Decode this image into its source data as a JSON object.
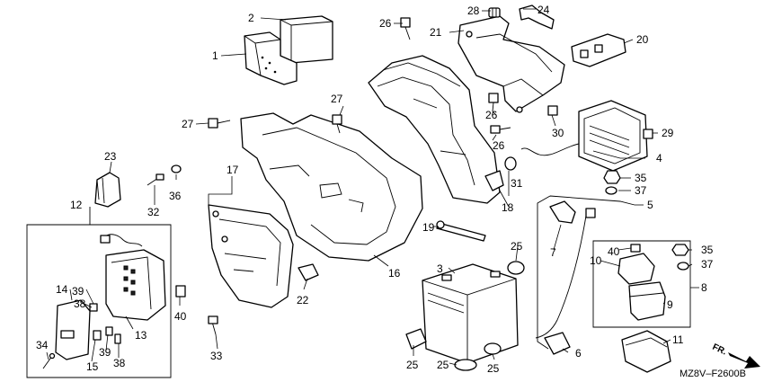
{
  "diagram": {
    "drawing_code": "MZ8V–F2600B",
    "direction_label": "FR.",
    "callouts": {
      "c1": "1",
      "c2": "2",
      "c3": "3",
      "c4": "4",
      "c5": "5",
      "c6": "6",
      "c7": "7",
      "c8": "8",
      "c9": "9",
      "c10": "10",
      "c11": "11",
      "c12": "12",
      "c13": "13",
      "c14": "14",
      "c15": "15",
      "c16": "16",
      "c17": "17",
      "c18": "18",
      "c19": "19",
      "c20": "20",
      "c21": "21",
      "c22": "22",
      "c23": "23",
      "c24": "24",
      "c25a": "25",
      "c25b": "25",
      "c25c": "25",
      "c25d": "25",
      "c25e": "25",
      "c26a": "26",
      "c26b": "26",
      "c26c": "26",
      "c27a": "27",
      "c27b": "27",
      "c28": "28",
      "c29": "29",
      "c30": "30",
      "c31": "31",
      "c32": "32",
      "c33": "33",
      "c34": "34",
      "c35a": "35",
      "c35b": "35",
      "c36": "36",
      "c37a": "37",
      "c37b": "37",
      "c38a": "38",
      "c38b": "38",
      "c39a": "39",
      "c39b": "39",
      "c40a": "40",
      "c40b": "40"
    }
  }
}
